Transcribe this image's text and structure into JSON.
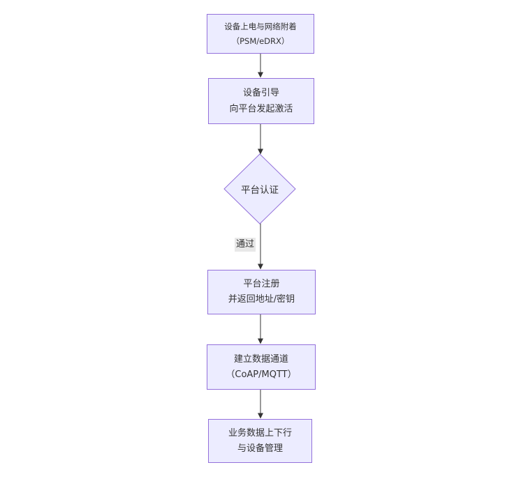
{
  "diagram": {
    "type": "flowchart",
    "direction": "top-down",
    "colors": {
      "background": "#ffffff",
      "node_fill": "#ECECFF",
      "node_border": "#9370DB",
      "text": "#333333",
      "arrow": "#333333",
      "edge_label_bg": "#e8e8e8"
    },
    "nodes": [
      {
        "id": "power",
        "shape": "rect",
        "line1": "设备上电与网络附着",
        "line2": "（PSM/eDRX）"
      },
      {
        "id": "boot",
        "shape": "rect",
        "line1": "设备引导",
        "line2": "向平台发起激活"
      },
      {
        "id": "auth",
        "shape": "diamond",
        "line1": "平台认证",
        "line2": ""
      },
      {
        "id": "register",
        "shape": "rect",
        "line1": "平台注册",
        "line2": "并返回地址/密钥"
      },
      {
        "id": "channel",
        "shape": "rect",
        "line1": "建立数据通道",
        "line2": "（CoAP/MQTT）"
      },
      {
        "id": "business",
        "shape": "rect",
        "line1": "业务数据上下行",
        "line2": "与设备管理"
      }
    ],
    "edges": [
      {
        "from": "power",
        "to": "boot",
        "label": ""
      },
      {
        "from": "boot",
        "to": "auth",
        "label": ""
      },
      {
        "from": "auth",
        "to": "register",
        "label": "通过"
      },
      {
        "from": "register",
        "to": "channel",
        "label": ""
      },
      {
        "from": "channel",
        "to": "business",
        "label": ""
      }
    ]
  }
}
